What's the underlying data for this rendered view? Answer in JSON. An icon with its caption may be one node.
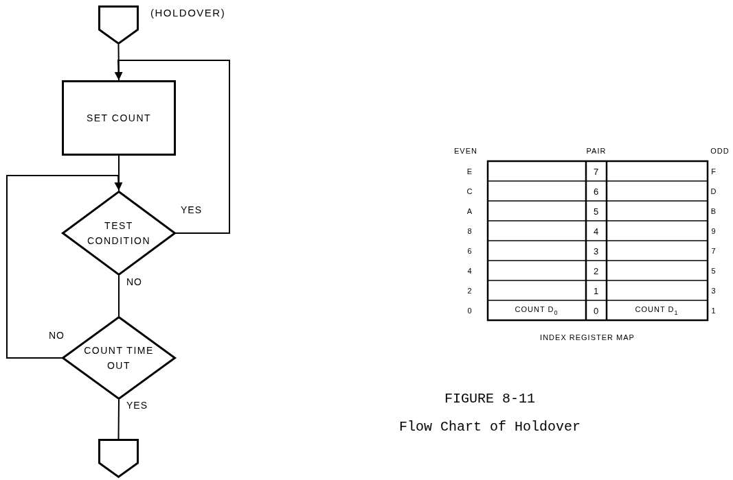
{
  "diagram": {
    "title": "FIGURE 8-11",
    "caption": "Flow Chart of Holdover",
    "nodes": [
      {
        "text": [],
        "shape": "pentagon",
        "beside": [
          "(HOLDOVER)"
        ]
      },
      {
        "text": [
          "SET COUNT"
        ]
      },
      {
        "text": [
          "TEST CONDITION"
        ]
      },
      {
        "text": [
          "COUNT TIME OUT"
        ]
      },
      {
        "text": [],
        "shape": "pentagon"
      }
    ],
    "edges": [
      {
        "from": 0,
        "to": 1,
        "arrow": "none"
      },
      {
        "from": 1,
        "to": 2,
        "arrow": "none"
      },
      {
        "from": 2,
        "to": 1,
        "arrow": "to",
        "label": "YES"
      },
      {
        "from": 2,
        "to": 3,
        "arrow": "none",
        "label": "NO"
      },
      {
        "from": 3,
        "to": 2,
        "arrow": "to",
        "label": "NO"
      },
      {
        "from": 3,
        "to": 4,
        "arrow": "none",
        "label": "YES"
      }
    ],
    "labels": [
      "EVEN",
      "PAIR",
      "ODD",
      "E",
      "7",
      "F",
      "C",
      "6",
      "D",
      "A",
      "5",
      "B",
      "8",
      "4",
      "9",
      "6",
      "3",
      "7",
      "4",
      "2",
      "5",
      "2",
      "1",
      "3",
      "0",
      "COUNT D$_{0}$",
      "0",
      "COUNT D$_{1}$",
      "1",
      "INDEX REGISTER MAP"
    ]
  }
}
